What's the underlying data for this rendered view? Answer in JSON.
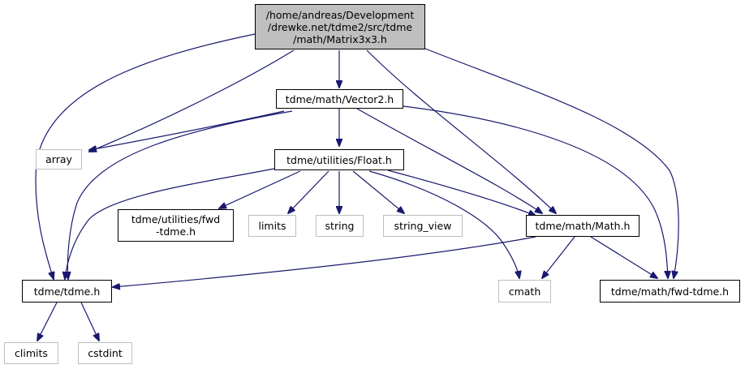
{
  "graph": {
    "nodes": {
      "matrix3x3": {
        "label": "/home/andreas/Development\n/drewke.net/tdme2/src/tdme\n/math/Matrix3x3.h",
        "kind": "root"
      },
      "vector2": {
        "label": "tdme/math/Vector2.h",
        "kind": "project"
      },
      "array": {
        "label": "array",
        "kind": "system"
      },
      "float": {
        "label": "tdme/utilities/Float.h",
        "kind": "project"
      },
      "utilities_fwd": {
        "label": "tdme/utilities/fwd\n-tdme.h",
        "kind": "project"
      },
      "limits": {
        "label": "limits",
        "kind": "system"
      },
      "string": {
        "label": "string",
        "kind": "system"
      },
      "string_view": {
        "label": "string_view",
        "kind": "system"
      },
      "math": {
        "label": "tdme/math/Math.h",
        "kind": "project"
      },
      "tdme": {
        "label": "tdme/tdme.h",
        "kind": "project"
      },
      "cmath": {
        "label": "cmath",
        "kind": "system"
      },
      "math_fwd": {
        "label": "tdme/math/fwd-tdme.h",
        "kind": "project"
      },
      "climits": {
        "label": "climits",
        "kind": "system"
      },
      "cstdint": {
        "label": "cstdint",
        "kind": "system"
      }
    },
    "edges": [
      [
        "matrix3x3",
        "tdme"
      ],
      [
        "matrix3x3",
        "array"
      ],
      [
        "matrix3x3",
        "vector2"
      ],
      [
        "matrix3x3",
        "math"
      ],
      [
        "matrix3x3",
        "math_fwd"
      ],
      [
        "vector2",
        "array"
      ],
      [
        "vector2",
        "tdme"
      ],
      [
        "vector2",
        "float"
      ],
      [
        "vector2",
        "math"
      ],
      [
        "vector2",
        "math_fwd"
      ],
      [
        "float",
        "tdme"
      ],
      [
        "float",
        "utilities_fwd"
      ],
      [
        "float",
        "limits"
      ],
      [
        "float",
        "string"
      ],
      [
        "float",
        "string_view"
      ],
      [
        "float",
        "cmath"
      ],
      [
        "float",
        "math"
      ],
      [
        "math",
        "tdme"
      ],
      [
        "math",
        "cmath"
      ],
      [
        "math",
        "math_fwd"
      ],
      [
        "tdme",
        "climits"
      ],
      [
        "tdme",
        "cstdint"
      ]
    ],
    "colors": {
      "edge": "#191970",
      "root_fill": "#bfbfbf",
      "system_border": "#bfbfbf",
      "project_border": "#000000"
    }
  }
}
